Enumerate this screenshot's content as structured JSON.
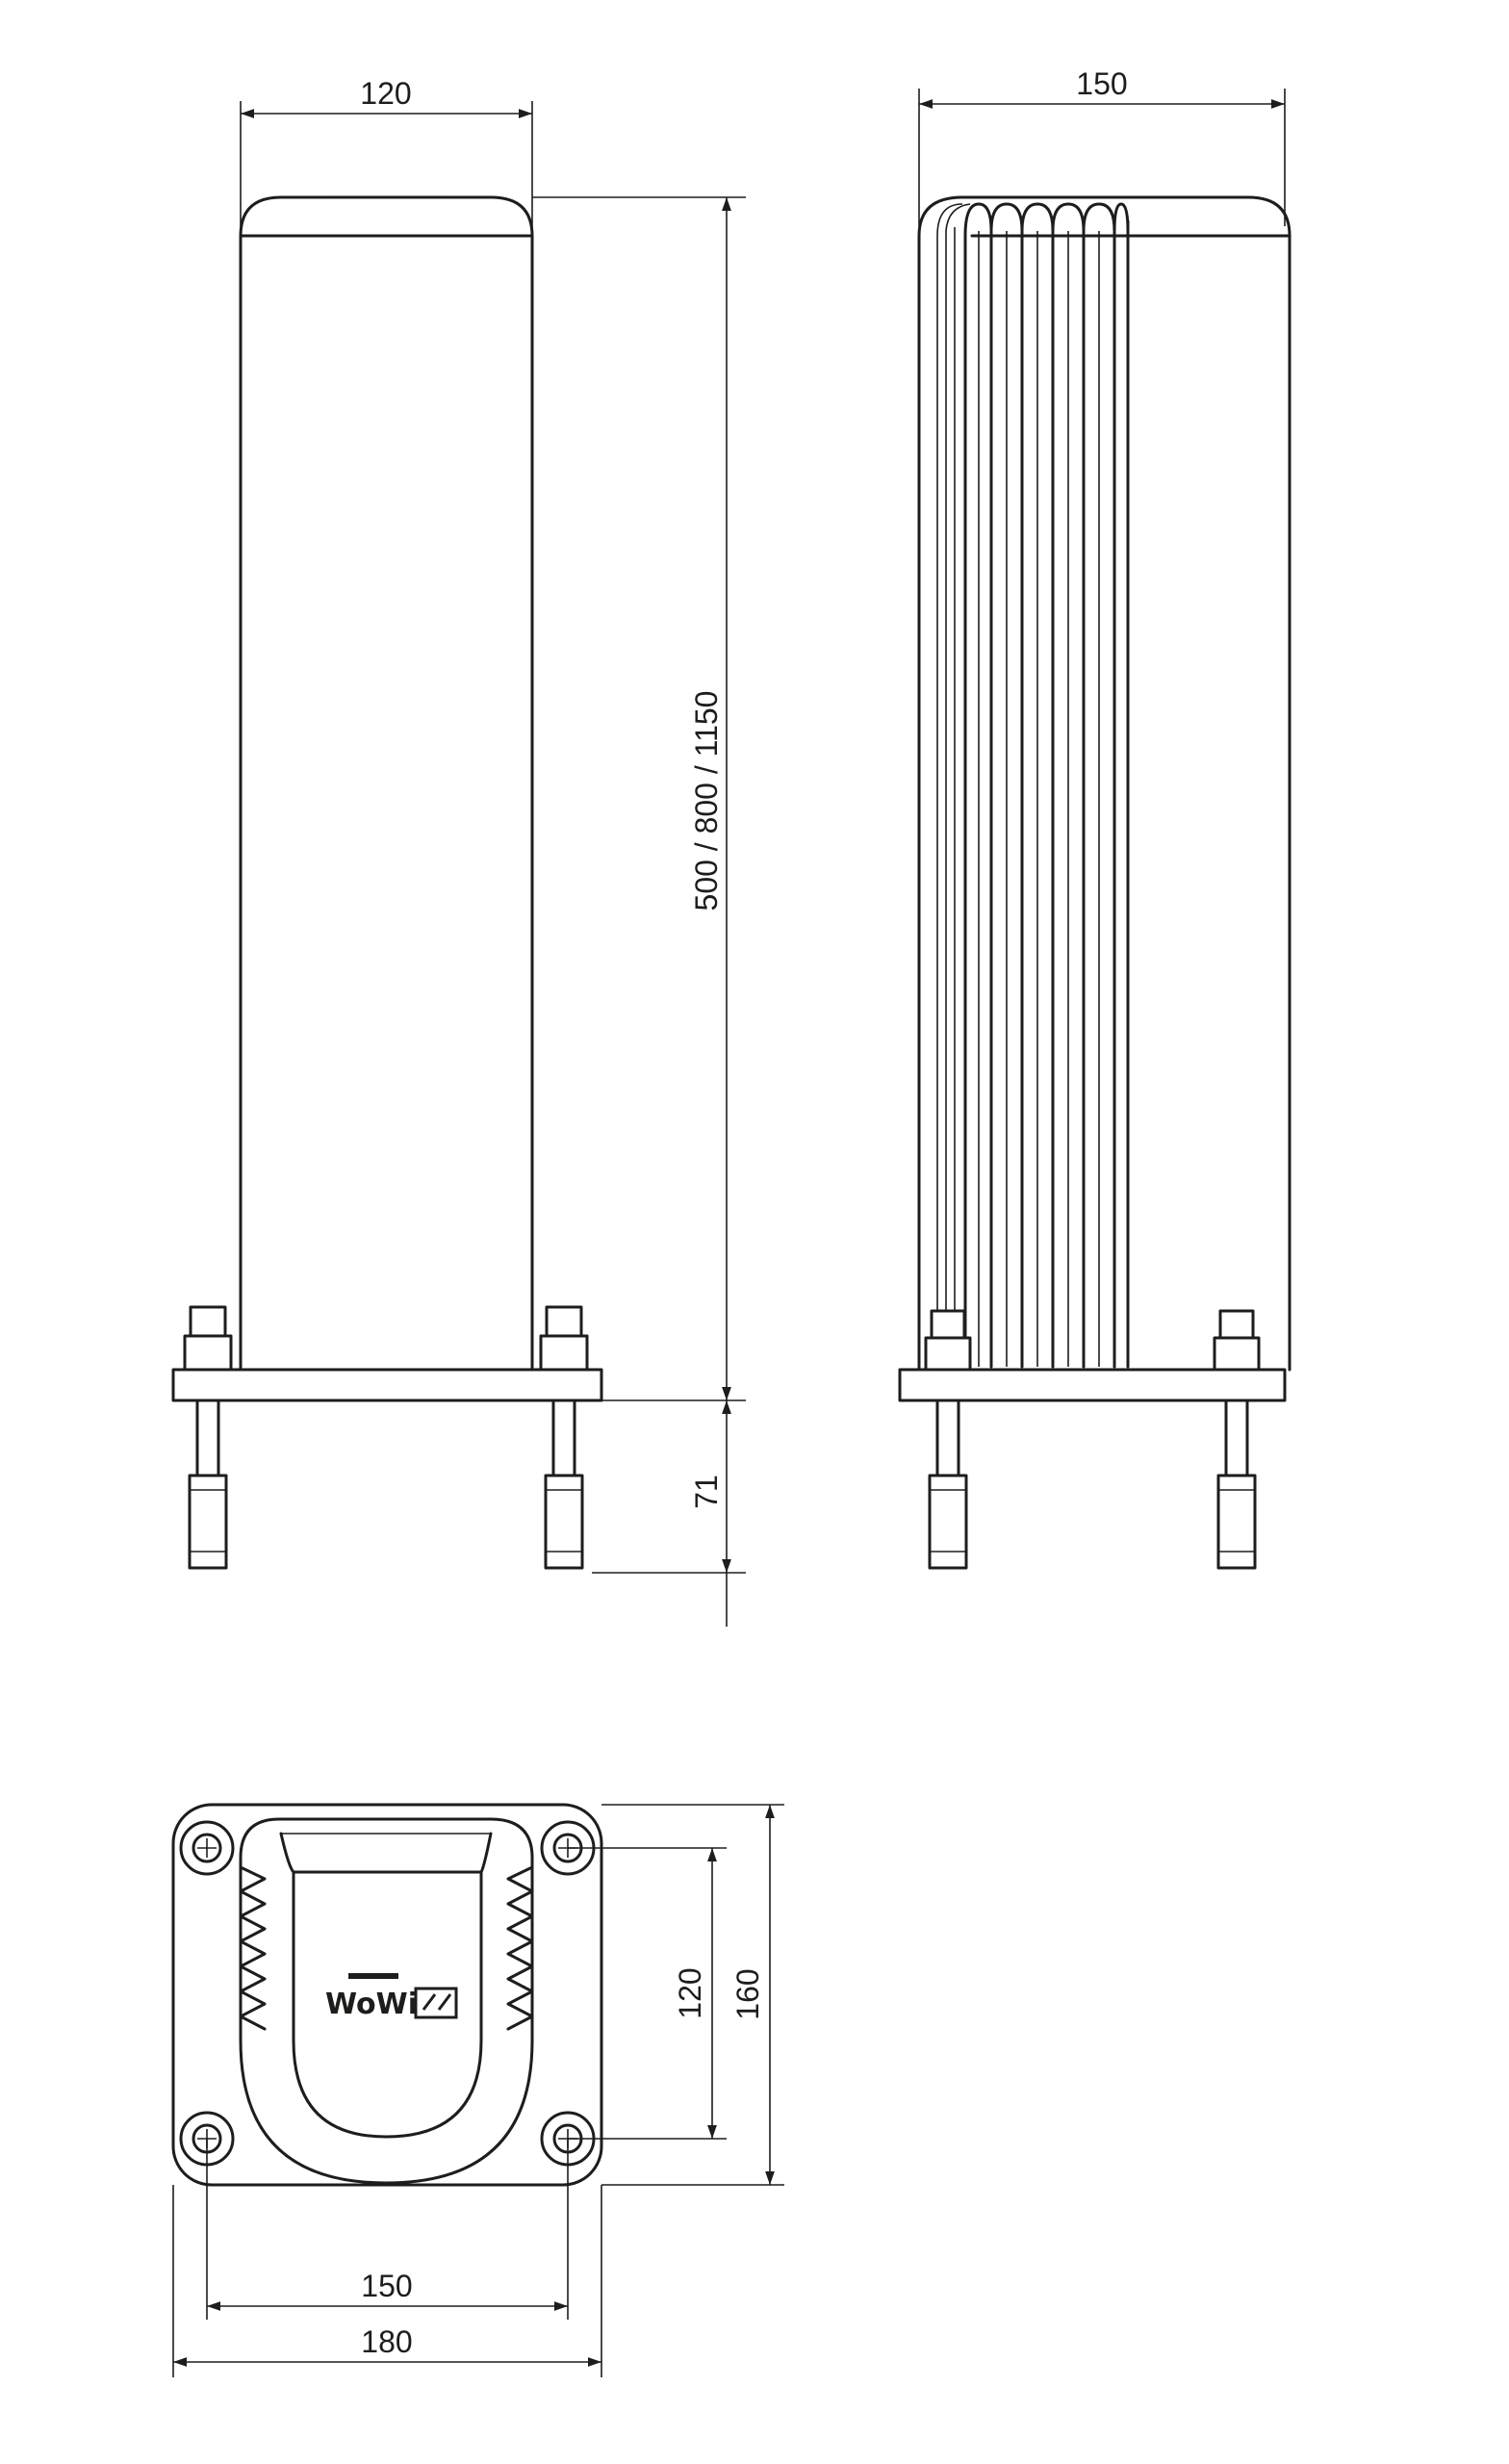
{
  "front_view": {
    "width_label": "120",
    "height_label": "500 / 800 / 1150",
    "anchor_label": "71"
  },
  "side_view": {
    "width_label": "150"
  },
  "top_view": {
    "inner_height_label": "120",
    "outer_height_label": "160",
    "inner_width_label": "150",
    "outer_width_label": "180",
    "logo_text": "WoWi"
  },
  "colors": {
    "line": "#1d1d1b",
    "background": "#ffffff"
  }
}
